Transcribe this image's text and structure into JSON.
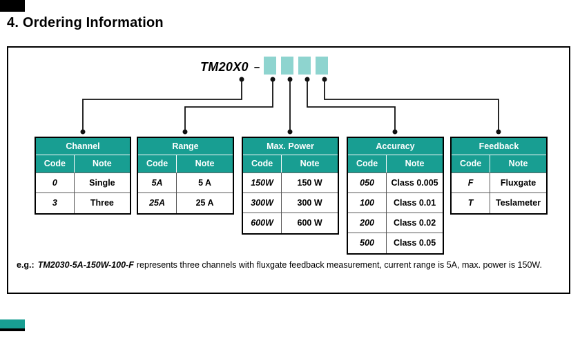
{
  "page": {
    "title": "4. Ordering Information",
    "model_prefix": "TM20X0",
    "dash": "–",
    "placeholder_count": 4
  },
  "colors": {
    "table_header_teal": "#189e92",
    "placeholder_teal": "#8ed4cf",
    "connector_black": "#111111"
  },
  "tables": [
    {
      "title": "Channel",
      "columns": [
        "Code",
        "Note"
      ],
      "rows": [
        [
          "0",
          "Single"
        ],
        [
          "3",
          "Three"
        ]
      ]
    },
    {
      "title": "Range",
      "columns": [
        "Code",
        "Note"
      ],
      "rows": [
        [
          "5A",
          "5 A"
        ],
        [
          "25A",
          "25 A"
        ]
      ]
    },
    {
      "title": "Max. Power",
      "columns": [
        "Code",
        "Note"
      ],
      "rows": [
        [
          "150W",
          "150 W"
        ],
        [
          "300W",
          "300 W"
        ],
        [
          "600W",
          "600 W"
        ]
      ]
    },
    {
      "title": "Accuracy",
      "columns": [
        "Code",
        "Note"
      ],
      "rows": [
        [
          "050",
          "Class 0.005"
        ],
        [
          "100",
          "Class 0.01"
        ],
        [
          "200",
          "Class 0.02"
        ],
        [
          "500",
          "Class 0.05"
        ]
      ]
    },
    {
      "title": "Feedback",
      "columns": [
        "Code",
        "Note"
      ],
      "rows": [
        [
          "F",
          "Fluxgate"
        ],
        [
          "T",
          "Teslameter"
        ]
      ]
    }
  ],
  "example": {
    "prefix_label": "e.g.:",
    "code": "TM2030-5A-150W-100-F",
    "description": "represents three channels with fluxgate feedback measurement, current range is 5A, max. power is 150W."
  }
}
